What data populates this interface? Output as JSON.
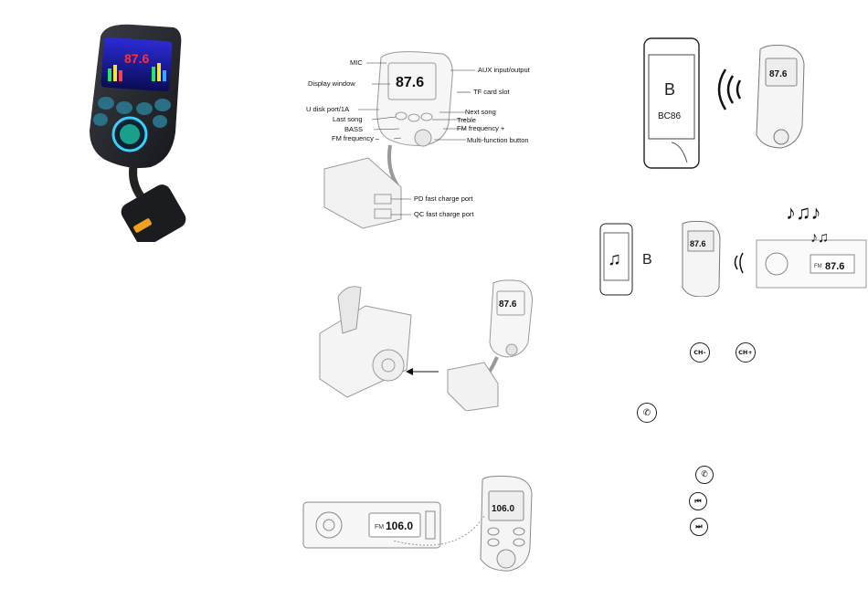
{
  "product_photo": {
    "lcd_freq": "87.6"
  },
  "diagram_labels": {
    "mic": "MIC",
    "display_window": "Display window",
    "u_disk_port": "U disk port/1A",
    "last_song": "Last song",
    "bass": "BASS",
    "fm_frequency_minus": "FM frequency –",
    "aux": "AUX input/output",
    "tf_card": "TF card slot",
    "next_song": "Next song",
    "treble": "Treble",
    "fm_frequency_plus": "FM frequency +",
    "multi_function": "Multi-function button",
    "pd_port": "PD fast charge port",
    "qc_port": "QC fast charge port"
  },
  "device_lcd": {
    "freq": "87.6"
  },
  "bluetooth_phone": {
    "device_name": "BC86"
  },
  "car_radio": {
    "band": "FM",
    "freq_1": "87.6",
    "freq_2": "106.0"
  },
  "transmitter_lcd_2": {
    "freq": "106.0"
  },
  "buttons": {
    "ch_minus": "CH–",
    "ch_plus": "CH+"
  },
  "icons": {
    "phone_music": "phone-music-icon",
    "previous": "previous-track-icon",
    "next": "next-track-icon"
  }
}
